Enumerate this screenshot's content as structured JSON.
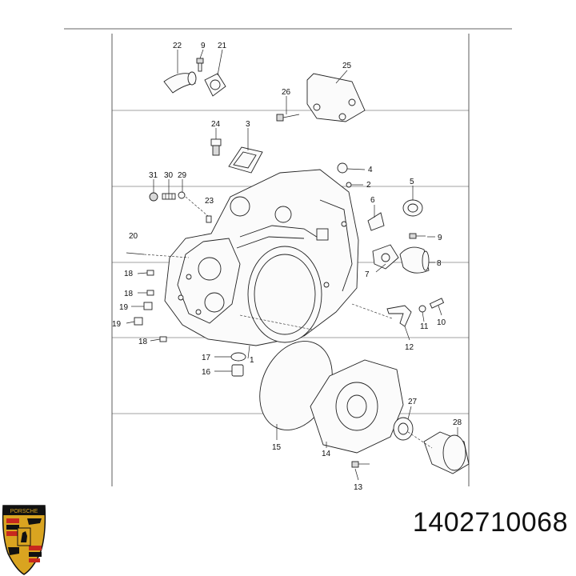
{
  "callouts": [
    "22",
    "9",
    "21",
    "25",
    "26",
    "24",
    "3",
    "31",
    "30",
    "29",
    "4",
    "2",
    "5",
    "6",
    "23",
    "9",
    "20",
    "8",
    "7",
    "18",
    "18",
    "19",
    "19",
    "11",
    "10",
    "12",
    "18",
    "17",
    "1",
    "16",
    "15",
    "27",
    "28",
    "14",
    "13"
  ],
  "part_number": "1402710068",
  "logo": {
    "name": "porsche-crest",
    "wordmark": "PORSCHE",
    "colors": {
      "gold": "#d9a420",
      "red": "#c8281e",
      "black": "#111111"
    }
  }
}
